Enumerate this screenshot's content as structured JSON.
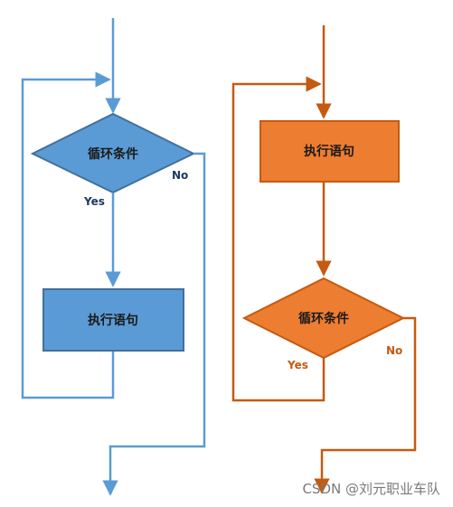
{
  "colors": {
    "blue_line": "#5b9bd5",
    "blue_fill": "#5b9bd5",
    "blue_stroke": "#41719c",
    "orange_line": "#c55a11",
    "orange_fill": "#ed7d31",
    "orange_stroke": "#c55a11"
  },
  "left_flow": {
    "condition_label": "循环条件",
    "statement_label": "执行语句",
    "yes_label": "Yes",
    "no_label": "No"
  },
  "right_flow": {
    "statement_label": "执行语句",
    "condition_label": "循环条件",
    "yes_label": "Yes",
    "no_label": "No"
  },
  "watermark": "CSDN @刘元职业车队"
}
